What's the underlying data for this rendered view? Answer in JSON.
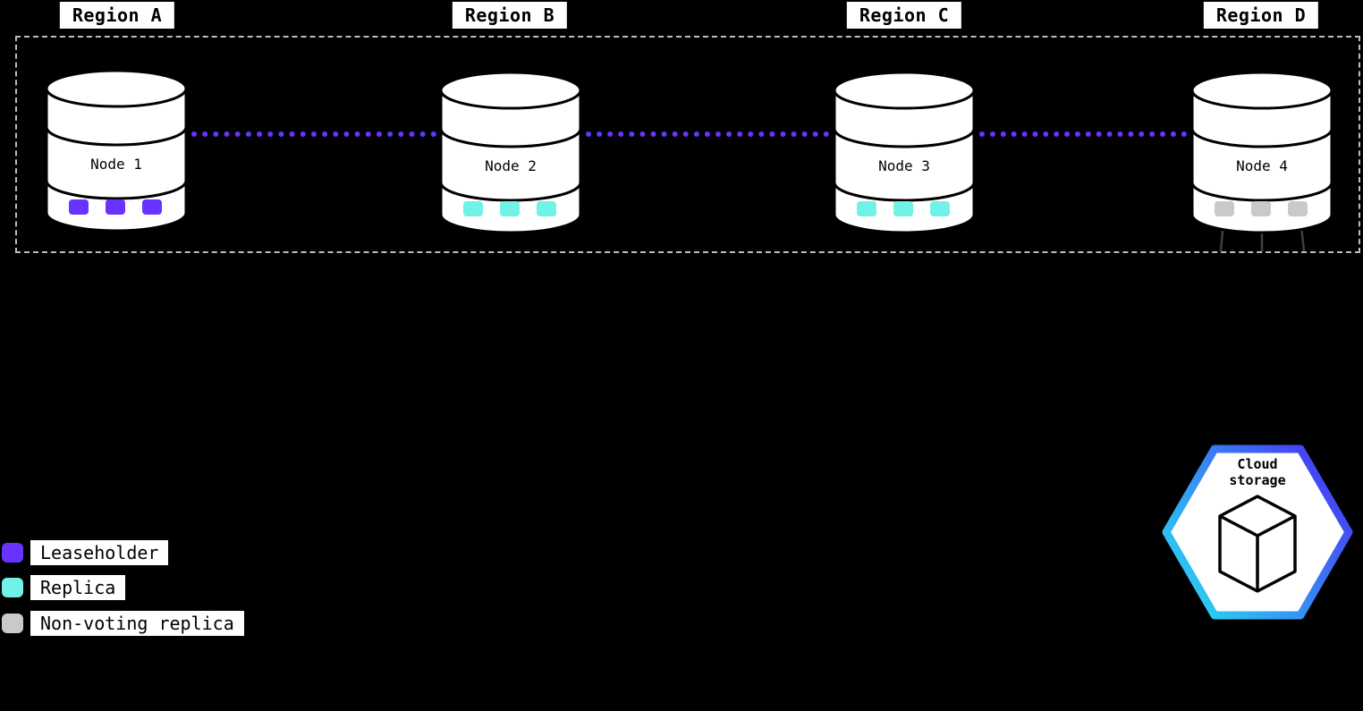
{
  "regions": [
    {
      "label": "Region A",
      "node": {
        "label": "Node 1",
        "replica_type": "leaseholder"
      }
    },
    {
      "label": "Region B",
      "node": {
        "label": "Node 2",
        "replica_type": "replica"
      }
    },
    {
      "label": "Region C",
      "node": {
        "label": "Node 3",
        "replica_type": "replica"
      }
    },
    {
      "label": "Region D",
      "node": {
        "label": "Node 4",
        "replica_type": "non-voting-replica"
      }
    }
  ],
  "legend": {
    "items": [
      {
        "label": "Leaseholder",
        "color": "#6933ff"
      },
      {
        "label": "Replica",
        "color": "#70f2e8"
      },
      {
        "label": "Non-voting replica",
        "color": "#c9c9c9"
      }
    ]
  },
  "cloud_storage": {
    "line1": "Cloud",
    "line2": "storage"
  },
  "colors": {
    "background": "#000000",
    "leaseholder": "#6933ff",
    "replica": "#70f2e8",
    "non_voting": "#c9c9c9",
    "connector": "#6933ff",
    "hex_gradient_start": "#29d8f2",
    "hex_gradient_end": "#4734f4"
  }
}
